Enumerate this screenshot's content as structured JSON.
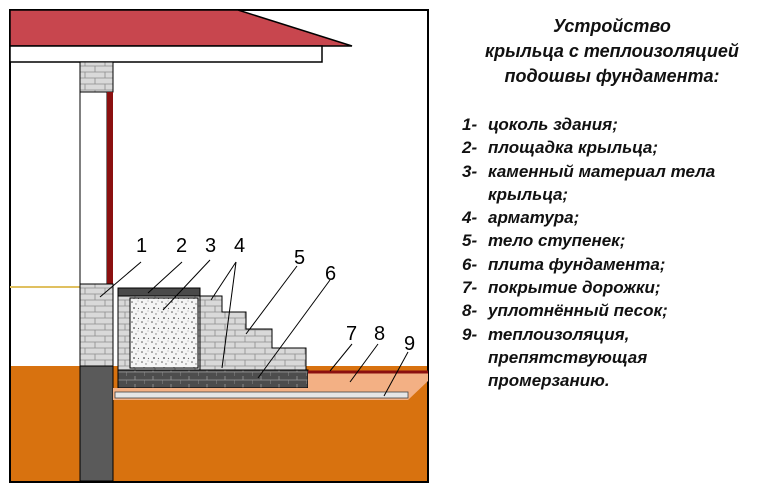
{
  "title": [
    "Устройство",
    "крыльца  с теплоизоляцией",
    "подошвы фундамента:"
  ],
  "items": [
    {
      "n": "1-",
      "lines": [
        "цоколь здания;"
      ]
    },
    {
      "n": "2-",
      "lines": [
        "площадка крыльца;"
      ]
    },
    {
      "n": "3-",
      "lines": [
        "каменный материал тела",
        "крыльца;"
      ]
    },
    {
      "n": "4-",
      "lines": [
        "арматура;"
      ]
    },
    {
      "n": "5-",
      "lines": [
        "тело ступенек;"
      ]
    },
    {
      "n": "6-",
      "lines": [
        "плита фундамента;"
      ]
    },
    {
      "n": "7-",
      "lines": [
        "покрытие дорожки;"
      ]
    },
    {
      "n": "8-",
      "lines": [
        "уплотнённый песок;"
      ]
    },
    {
      "n": "9-",
      "lines": [
        "теплоизоляция,",
        "препятствующая",
        "промерзанию."
      ]
    }
  ],
  "callouts": [
    "1",
    "2",
    "3",
    "4",
    "5",
    "6",
    "7",
    "8",
    "9"
  ],
  "colors": {
    "roof": "#c8464e",
    "soil": "#d8720f",
    "sand": "#f3b084",
    "wall_accent": "#8b1010",
    "brick": "#d9d9d9",
    "slab": "#4a4a4a",
    "insulation": "#e6e6e6"
  }
}
